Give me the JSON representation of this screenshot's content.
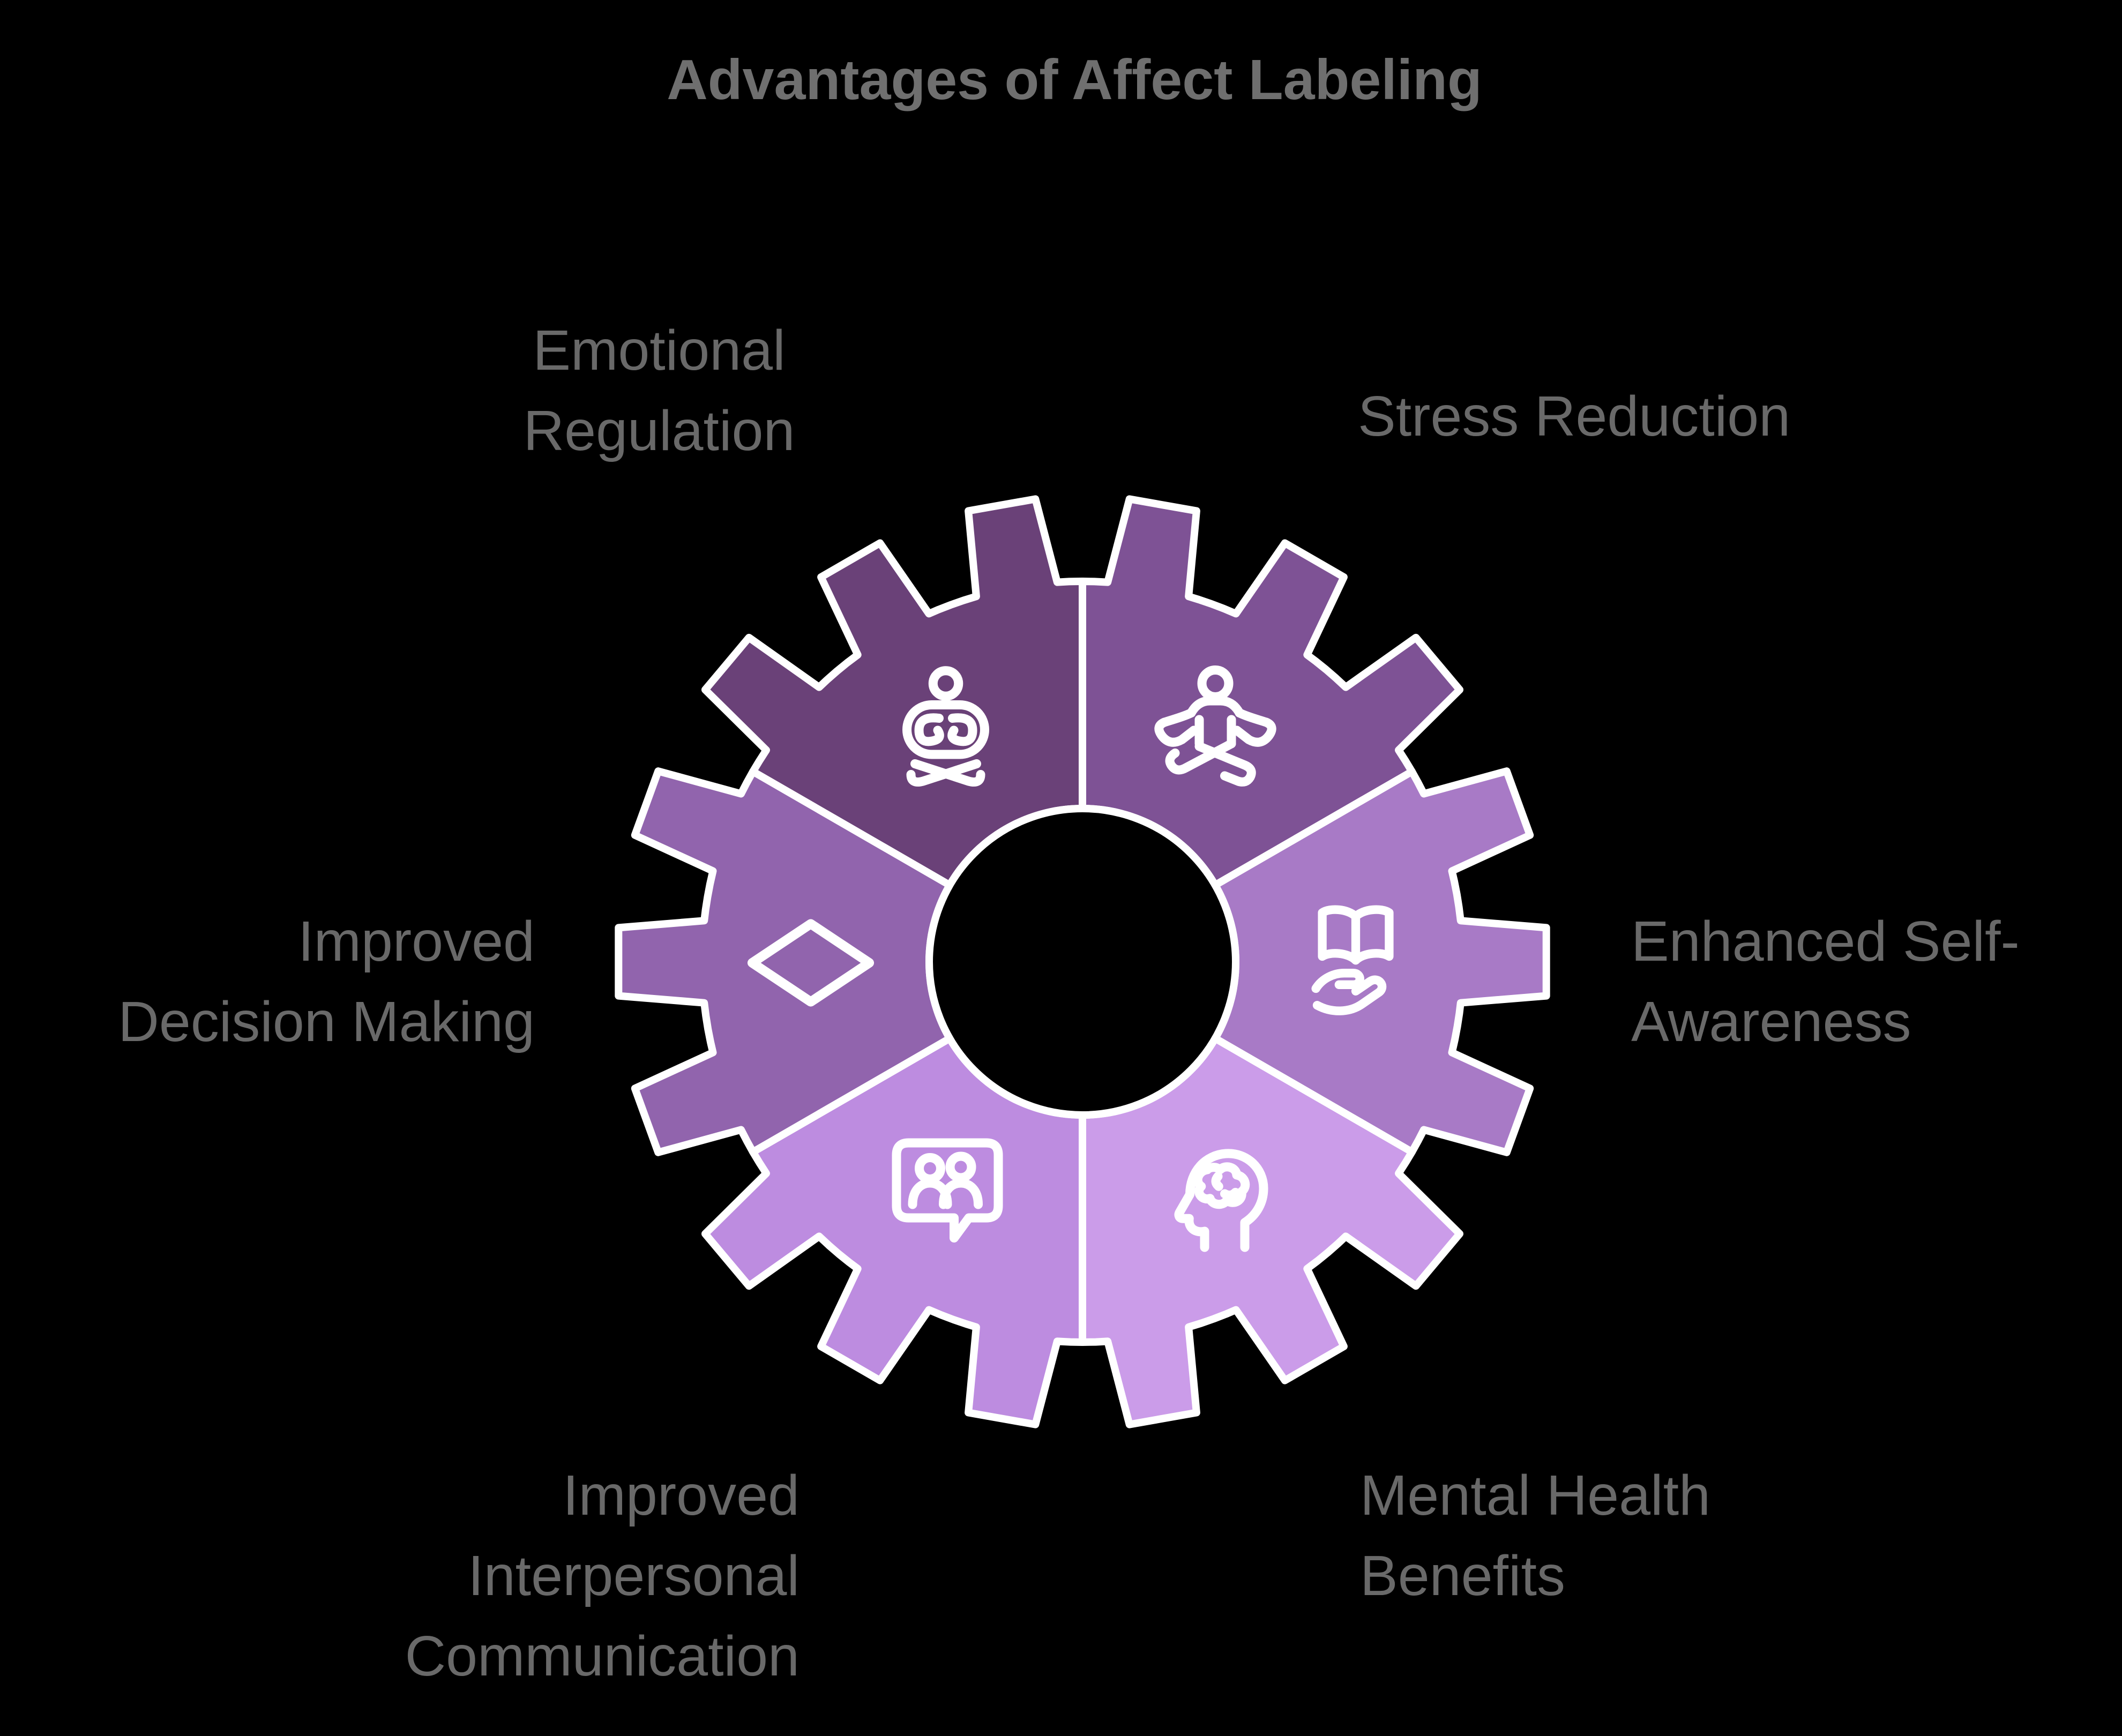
{
  "title": "Advantages of Affect Labeling",
  "colors": {
    "background": "#000000",
    "title_text": "#6f6f6f",
    "label_text": "#696969",
    "outline": "#ffffff",
    "icon_stroke": "#ffffff"
  },
  "gear": {
    "teeth_count": 18,
    "segment_count": 6,
    "center_shape": "black-circle-hole"
  },
  "segments": [
    {
      "name": "emotional-regulation",
      "lines": [
        "Emotional",
        "Regulation"
      ],
      "color": "#6a4178",
      "icon": "person-meditating-crossed-arms"
    },
    {
      "name": "stress-reduction",
      "lines": [
        "Stress Reduction"
      ],
      "color": "#7e5295",
      "icon": "person-meditating-lotus"
    },
    {
      "name": "enhanced-self-awareness",
      "lines": [
        "Enhanced Self-",
        "Awareness"
      ],
      "color": "#a87ac6",
      "icon": "open-book-over-hand"
    },
    {
      "name": "mental-health-benefits",
      "lines": [
        "Mental Health",
        "Benefits"
      ],
      "color": "#cb9ce9",
      "icon": "head-profile-with-brain"
    },
    {
      "name": "improved-interpersonal-communication",
      "lines": [
        "Improved",
        "Interpersonal",
        "Communication"
      ],
      "color": "#bd8ce0",
      "icon": "two-people-in-speech-bubble"
    },
    {
      "name": "improved-decision-making",
      "lines": [
        "Improved",
        "Decision Making"
      ],
      "color": "#9164ad",
      "icon": "diamond-outline"
    }
  ]
}
